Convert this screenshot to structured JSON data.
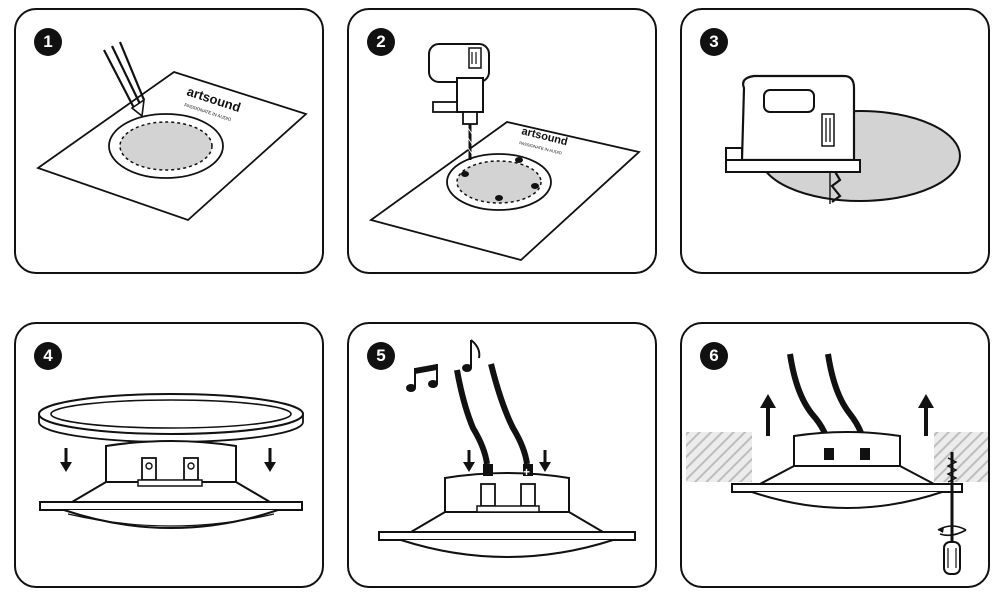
{
  "steps": [
    {
      "number": "1"
    },
    {
      "number": "2"
    },
    {
      "number": "3"
    },
    {
      "number": "4"
    },
    {
      "number": "5"
    },
    {
      "number": "6"
    }
  ],
  "template": {
    "brand": "artsound",
    "tagline": "PASSIONATE IN AUDIO"
  },
  "wiring": {
    "plus": "+"
  },
  "colors": {
    "outline": "#111111",
    "fill_gray": "#d3d3d3",
    "hatch": "#bdbdbd"
  }
}
